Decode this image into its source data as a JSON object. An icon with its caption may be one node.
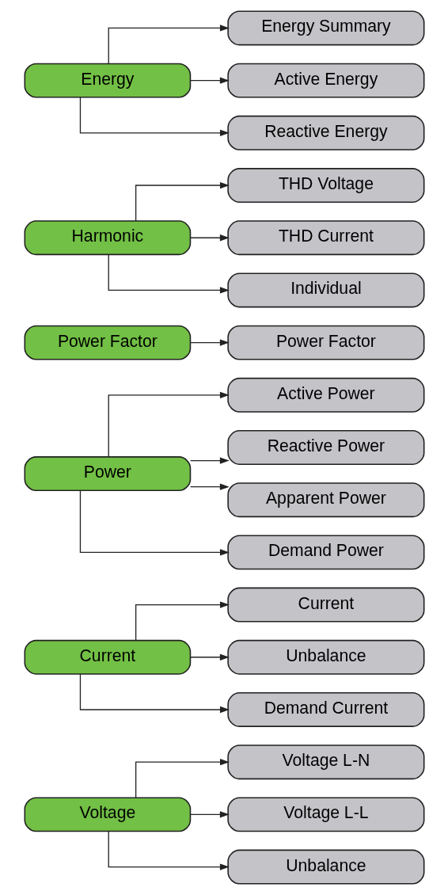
{
  "diagram": {
    "nodes": [
      {
        "text": [
          "Voltage"
        ]
      },
      {
        "text": [
          "Voltage L-N"
        ]
      },
      {
        "text": [
          "Voltage L-L"
        ]
      },
      {
        "text": [
          "Unbalance"
        ]
      },
      {
        "text": [
          "Current"
        ]
      },
      {
        "text": [
          "Current"
        ]
      },
      {
        "text": [
          "Unbalance"
        ]
      },
      {
        "text": [
          "Demand Current"
        ]
      },
      {
        "text": [
          "Power"
        ]
      },
      {
        "text": [
          "Active Power"
        ]
      },
      {
        "text": [
          "Reactive Power"
        ]
      },
      {
        "text": [
          "Apparent Power"
        ]
      },
      {
        "text": [
          "Demand Power"
        ]
      },
      {
        "text": [
          "Power Factor"
        ]
      },
      {
        "text": [
          "Power Factor"
        ]
      },
      {
        "text": [
          "Harmonic"
        ]
      },
      {
        "text": [
          "THD Voltage"
        ]
      },
      {
        "text": [
          "THD Current"
        ]
      },
      {
        "text": [
          "Individual"
        ]
      },
      {
        "text": [
          "Energy"
        ]
      },
      {
        "text": [
          "Energy Summary"
        ]
      },
      {
        "text": [
          "Active Energy"
        ]
      },
      {
        "text": [
          "Reactive Energy"
        ]
      }
    ],
    "edges": [
      {
        "from": 0,
        "to": 1,
        "arrow": "to"
      },
      {
        "from": 0,
        "to": 2,
        "arrow": "to"
      },
      {
        "from": 0,
        "to": 3,
        "arrow": "to"
      },
      {
        "from": 4,
        "to": 5,
        "arrow": "to"
      },
      {
        "from": 4,
        "to": 6,
        "arrow": "to"
      },
      {
        "from": 4,
        "to": 7,
        "arrow": "to"
      },
      {
        "from": 8,
        "to": 9,
        "arrow": "to"
      },
      {
        "from": 8,
        "to": 10,
        "arrow": "to"
      },
      {
        "from": 8,
        "to": 11,
        "arrow": "to"
      },
      {
        "from": 8,
        "to": 12,
        "arrow": "to"
      },
      {
        "from": 13,
        "to": 14,
        "arrow": "to"
      },
      {
        "from": 15,
        "to": 16,
        "arrow": "to"
      },
      {
        "from": 15,
        "to": 17,
        "arrow": "to"
      },
      {
        "from": 15,
        "to": 18,
        "arrow": "to"
      },
      {
        "from": 19,
        "to": 20,
        "arrow": "to"
      },
      {
        "from": 19,
        "to": 21,
        "arrow": "to"
      },
      {
        "from": 19,
        "to": 22,
        "arrow": "to"
      }
    ]
  }
}
